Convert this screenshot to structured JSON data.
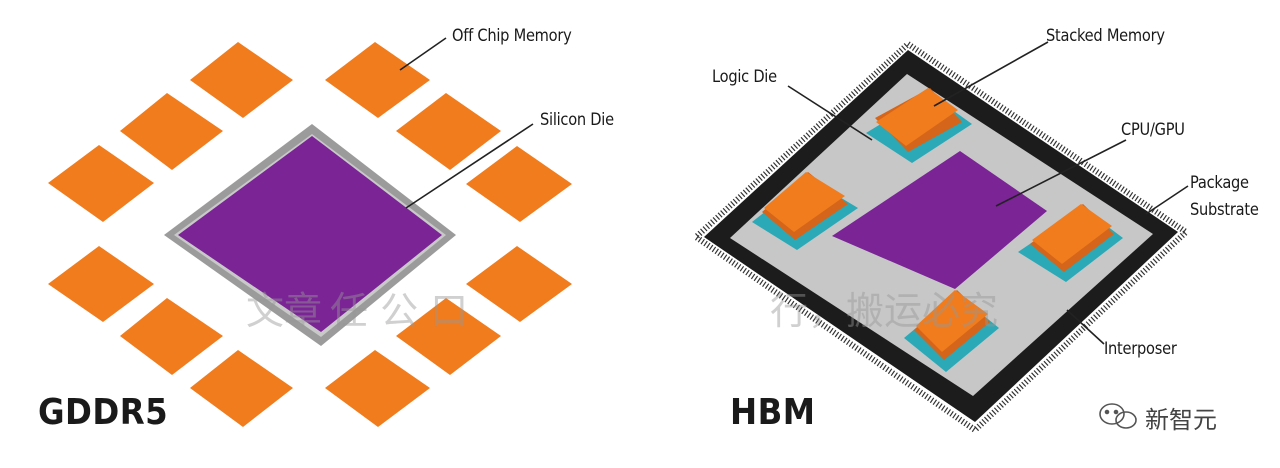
{
  "left": {
    "title": "GDDR5",
    "labels": {
      "off_chip_memory": "Off Chip Memory",
      "silicon_die": "Silicon Die"
    }
  },
  "right": {
    "title": "HBM",
    "labels": {
      "logic_die": "Logic Die",
      "stacked_memory": "Stacked Memory",
      "cpu_gpu": "CPU/GPU",
      "package_substrate_line1": "Package",
      "package_substrate_line2": "Substrate",
      "interposer": "Interposer"
    }
  },
  "watermark": {
    "text_left": "文章",
    "text_mid": "任 公 口",
    "text_right": "行，搬运必究"
  },
  "brand": {
    "name": "新智元"
  },
  "colors": {
    "orange": "#F07C1E",
    "orange_dark": "#D4651A",
    "purple": "#7A2496",
    "grey_die": "#9B9B9B",
    "substrate_grey": "#C7C7C7",
    "substrate_black": "#1C1C1C",
    "teal": "#2BA9B6"
  }
}
